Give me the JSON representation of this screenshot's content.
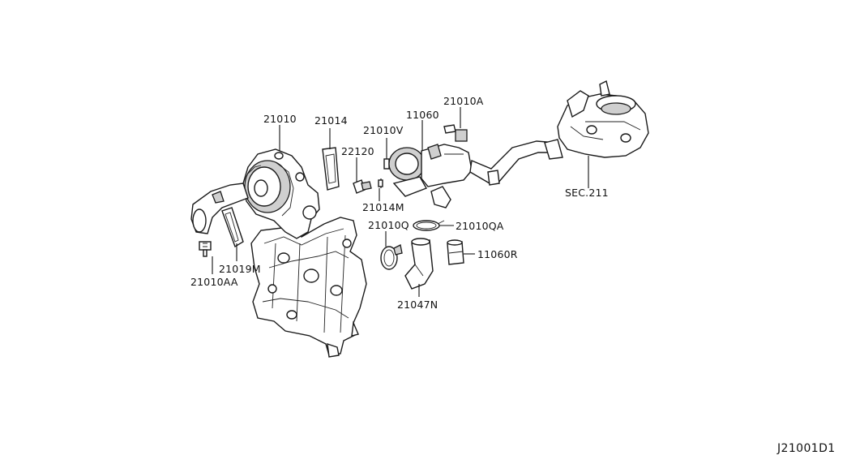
{
  "diagram": {
    "code": "J21001D1",
    "labels": {
      "p21010": "21010",
      "p21014": "21014",
      "p11060": "11060",
      "p21010A": "21010A",
      "p21010V": "21010V",
      "p22120": "22120",
      "p21014M": "21014M",
      "p21010Q": "21010Q",
      "p21010QA": "21010QA",
      "p11060R": "11060R",
      "p21047N": "21047N",
      "p21019M": "21019M",
      "p21010AA": "21010AA",
      "sec211": "SEC.211"
    }
  }
}
